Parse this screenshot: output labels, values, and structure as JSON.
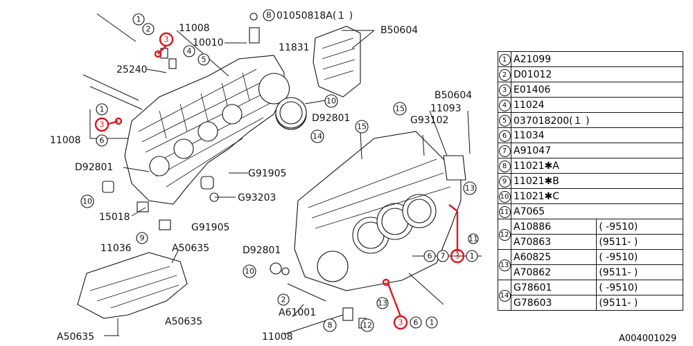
{
  "callouts": {
    "c_1a": "1",
    "c_2a": "2",
    "c_3a": "3",
    "c_4a": "4",
    "c_5a": "5",
    "c_1b": "1",
    "c_3b": "3",
    "c_6b": "6",
    "c_10a": "10",
    "c_14a": "14",
    "c_10b": "10",
    "c_9a": "9",
    "c_15a": "15",
    "c_15b": "15",
    "c_13a": "13",
    "c_6c": "6",
    "c_7c": "7",
    "c_3c": "3",
    "c_1c": "1",
    "c_11c": "11",
    "c_10c": "10",
    "c_2d": "2",
    "c_8d": "8",
    "c_12d": "12",
    "c_3d": "3",
    "c_6d": "6",
    "c_1d": "1",
    "c_13b": "13"
  },
  "labels": {
    "b_01050818a": "01050818A(１ )",
    "b_prefix": "B",
    "p_11008_top": "11008",
    "p_10010": "10010",
    "p_b50604_top": "B50604",
    "p_11831": "11831",
    "p_25240": "25240",
    "p_11008_left": "11008",
    "p_d92801_mid": "D92801",
    "p_d92801_left": "D92801",
    "p_g91905_a": "G91905",
    "p_g93203": "G93203",
    "p_g91905_b": "G91905",
    "p_15018": "15018",
    "p_b50604_right": "B50604",
    "p_11093": "11093",
    "p_g93102": "G93102",
    "p_11036": "11036",
    "p_a50635_a": "A50635",
    "p_a50635_b": "A50635",
    "p_a50635_c": "A50635",
    "p_d92801_low": "D92801",
    "p_a61001": "A61001",
    "p_11008_bottom": "11008"
  },
  "legend": {
    "rows": [
      {
        "num": "1",
        "part": "A21099"
      },
      {
        "num": "2",
        "part": "D01012"
      },
      {
        "num": "3",
        "part": "E01406"
      },
      {
        "num": "4",
        "part": "11024"
      },
      {
        "num": "5",
        "part": "037018200(１ )"
      },
      {
        "num": "6",
        "part": "11034"
      },
      {
        "num": "7",
        "part": "A91047"
      },
      {
        "num": "8",
        "part": "11021✱A"
      },
      {
        "num": "9",
        "part": "11021✱B"
      },
      {
        "num": "10",
        "part": "11021✱C"
      },
      {
        "num": "11",
        "part": "A7065"
      }
    ],
    "split_rows": [
      {
        "num": "12",
        "a_part": "A10886",
        "a_range": "(        -9510)",
        "b_part": "A70863",
        "b_range": "(9511-          )"
      },
      {
        "num": "13",
        "a_part": "A60825",
        "a_range": "(        -9510)",
        "b_part": "A70862",
        "b_range": "(9511-          )"
      },
      {
        "num": "14",
        "a_part": "G78601",
        "a_range": "(        -9510)",
        "b_part": "G78603",
        "b_range": "(9511-          )"
      }
    ]
  },
  "doc_id": "A004001029",
  "colors": {
    "highlight": "#e0141b",
    "ink": "#111111"
  }
}
